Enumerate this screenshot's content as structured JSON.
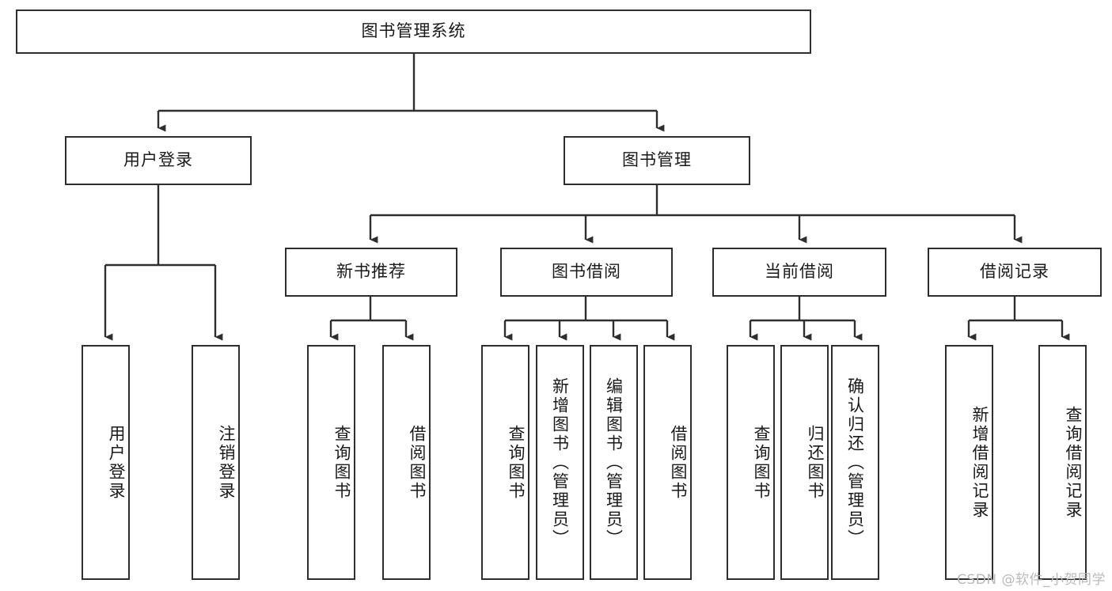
{
  "diagram": {
    "type": "tree",
    "title": "图书管理系统",
    "orientation": "top-down",
    "colors": {
      "box_border": "#2e2e2e",
      "box_fill": "#ffffff",
      "connector": "#2e2e2e",
      "text": "#1a1a1a",
      "watermark": "#b9b9b9",
      "background": "#ffffff"
    },
    "root": {
      "id": "root",
      "label": "图书管理系统"
    },
    "level2": [
      {
        "id": "user-login",
        "label": "用户登录"
      },
      {
        "id": "book-manage",
        "label": "图书管理"
      }
    ],
    "level3": [
      {
        "id": "new-book-rec",
        "label": "新书推荐",
        "parent": "book-manage"
      },
      {
        "id": "book-borrow",
        "label": "图书借阅",
        "parent": "book-manage"
      },
      {
        "id": "current-borrow",
        "label": "当前借阅",
        "parent": "book-manage"
      },
      {
        "id": "borrow-record",
        "label": "借阅记录",
        "parent": "book-manage"
      }
    ],
    "leaves": {
      "user-login": [
        {
          "id": "leaf-user-login",
          "label": "用户登录"
        },
        {
          "id": "leaf-user-logout",
          "label": "注销登录"
        }
      ],
      "new-book-rec": [
        {
          "id": "leaf-query-book-1",
          "label": "查询图书"
        },
        {
          "id": "leaf-borrow-book-1",
          "label": "借阅图书"
        }
      ],
      "book-borrow": [
        {
          "id": "leaf-query-book-2",
          "label": "查询图书"
        },
        {
          "id": "leaf-add-book",
          "label": "新增图书（管理员）"
        },
        {
          "id": "leaf-edit-book",
          "label": "编辑图书（管理员）"
        },
        {
          "id": "leaf-borrow-book-2",
          "label": "借阅图书"
        }
      ],
      "current-borrow": [
        {
          "id": "leaf-query-book-3",
          "label": "查询图书"
        },
        {
          "id": "leaf-return-book",
          "label": "归还图书"
        },
        {
          "id": "leaf-confirm-return",
          "label": "确认归还（管理员）"
        }
      ],
      "borrow-record": [
        {
          "id": "leaf-add-record",
          "label": "新增借阅记录"
        },
        {
          "id": "leaf-query-record",
          "label": "查询借阅记录"
        }
      ]
    }
  },
  "watermark": {
    "text": "CSDN @软件_小贺同学"
  }
}
